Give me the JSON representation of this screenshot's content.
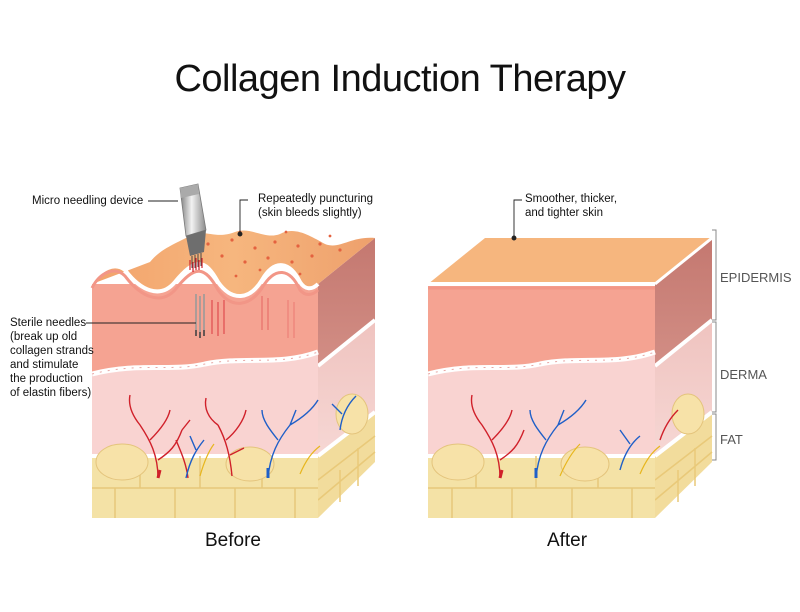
{
  "title": "Collagen Induction Therapy",
  "labels": {
    "device": "Micro needling device",
    "puncture_line1": "Repeatedly puncturing",
    "puncture_line2": "(skin bleeds slightly)",
    "needles_line1": "Sterile needles",
    "needles_line2": "(break up old",
    "needles_line3": "collagen strands",
    "needles_line4": "and stimulate",
    "needles_line5": "the production",
    "needles_line6": "of elastin fibers)",
    "result_line1": "Smoother, thicker,",
    "result_line2": "and tighter skin"
  },
  "layers": {
    "epidermis": "EPIDERMIS",
    "derma": "DERMA",
    "fat": "FAT"
  },
  "captions": {
    "before": "Before",
    "after": "After"
  },
  "colors": {
    "skin_top": "#f6b67e",
    "epidermis": "#f5a392",
    "epidermis_side": "#c97d72",
    "derma": "#f9d3d1",
    "derma_side": "#e7b3b0",
    "fat": "#f4e2a6",
    "artery": "#d0202a",
    "vein": "#1f5fc8"
  }
}
